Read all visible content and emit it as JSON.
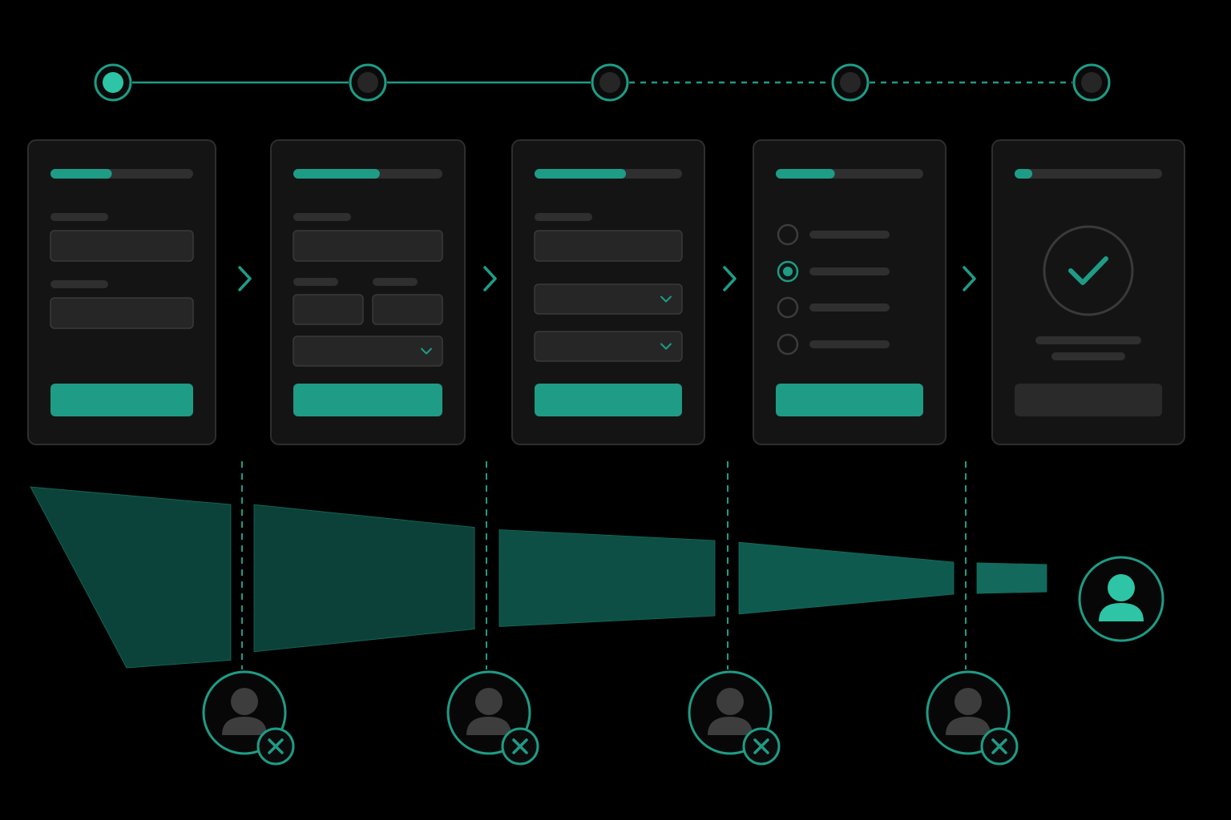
{
  "theme": {
    "background": "#000000",
    "accent": "#1e9c86",
    "accent_bright": "#2ec4a6",
    "card_bg": "#141414",
    "card_border": "#2e2e2e",
    "field_bg": "#262626",
    "field_border": "#3a3a3a",
    "placeholder_bar": "#2f2f2f",
    "funnel_fill": "#0d4f45"
  },
  "stepper": {
    "steps": [
      {
        "state": "active"
      },
      {
        "state": "upcoming"
      },
      {
        "state": "upcoming"
      },
      {
        "state": "upcoming"
      },
      {
        "state": "upcoming"
      }
    ],
    "connectors": [
      "solid",
      "solid",
      "dashed",
      "dashed"
    ]
  },
  "screens": [
    {
      "progress": 0.43,
      "kind": "text-form",
      "has_primary_button": true
    },
    {
      "progress": 0.58,
      "kind": "split-form-with-select",
      "has_primary_button": true
    },
    {
      "progress": 0.62,
      "kind": "select-form",
      "has_primary_button": true
    },
    {
      "progress": 0.4,
      "kind": "radio-options",
      "radio_selected_index": 1,
      "has_primary_button": true
    },
    {
      "progress": 0.12,
      "kind": "success",
      "icon": "check-circle-icon",
      "has_primary_button": false
    }
  ],
  "arrow_icon": "chevron-right-icon",
  "funnel": {
    "relative_volume": [
      1.0,
      0.82,
      0.54,
      0.4,
      0.17
    ],
    "dropoff_icon": "user-x-icon",
    "completion_icon": "user-icon"
  }
}
